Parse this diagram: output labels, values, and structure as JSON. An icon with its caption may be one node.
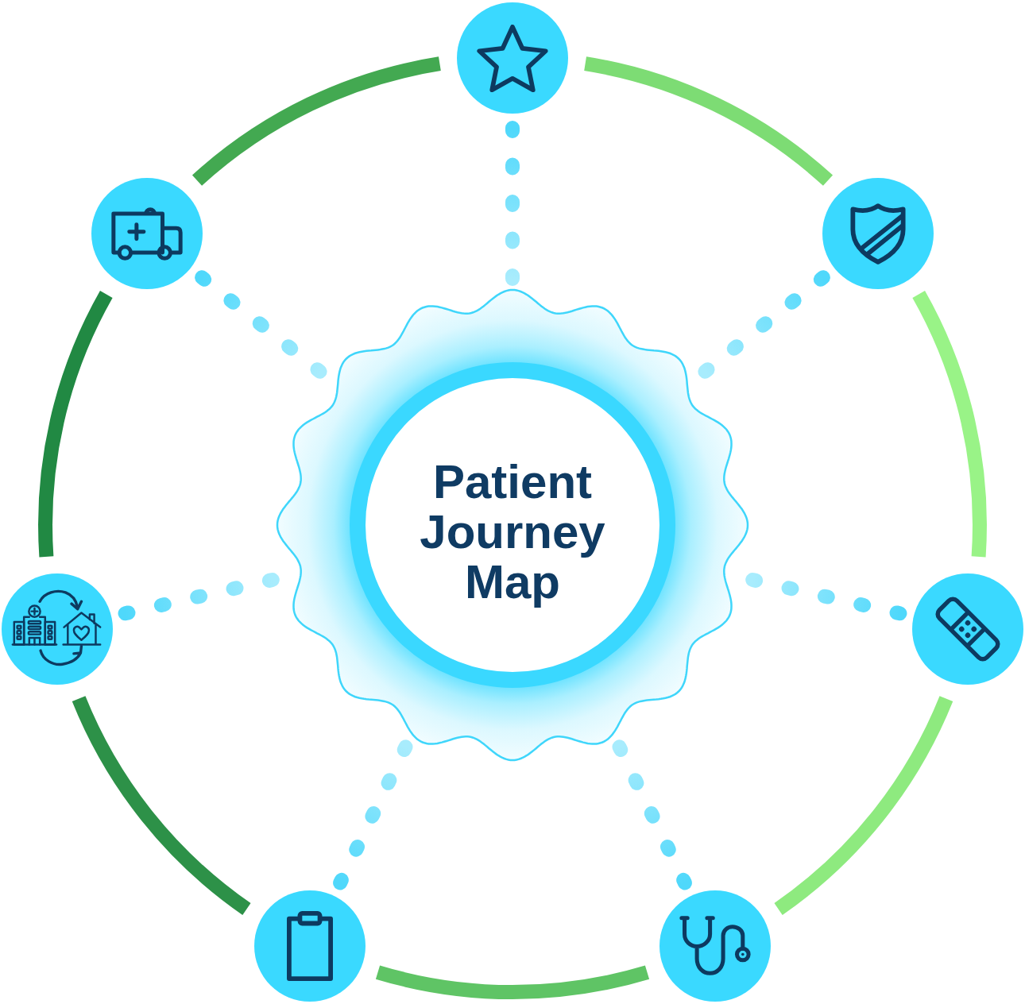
{
  "diagram": {
    "nodes": [
      {
        "text": [
          "Patient Journey Map"
        ]
      },
      {
        "text": [],
        "shape": "circle"
      },
      {
        "text": [],
        "shape": "circle"
      },
      {
        "text": [],
        "shape": "circle"
      },
      {
        "text": [],
        "shape": "circle"
      },
      {
        "text": [],
        "shape": "circle"
      },
      {
        "text": [],
        "shape": "circle"
      },
      {
        "text": [],
        "shape": "circle"
      }
    ],
    "edges": [
      {
        "from": 0,
        "to": 1,
        "arrow": "none",
        "style": "dashed"
      },
      {
        "from": 0,
        "to": 2,
        "arrow": "none",
        "style": "dashed"
      },
      {
        "from": 0,
        "to": 3,
        "arrow": "none",
        "style": "dashed"
      },
      {
        "from": 0,
        "to": 4,
        "arrow": "none",
        "style": "dashed"
      },
      {
        "from": 0,
        "to": 5,
        "arrow": "none",
        "style": "dashed"
      },
      {
        "from": 0,
        "to": 6,
        "arrow": "none",
        "style": "dashed"
      },
      {
        "from": 0,
        "to": 7,
        "arrow": "none",
        "style": "dashed"
      },
      {
        "from": 1,
        "to": 3,
        "arrow": "none",
        "color": "#7ddc74"
      },
      {
        "from": 3,
        "to": 5,
        "arrow": "none",
        "color": "#99f387"
      },
      {
        "from": 5,
        "to": 7,
        "arrow": "none",
        "color": "#8eea7f"
      },
      {
        "from": 7,
        "to": 6,
        "arrow": "none",
        "color": "#5fc465"
      },
      {
        "from": 6,
        "to": 4,
        "arrow": "none",
        "color": "#2d9148"
      },
      {
        "from": 4,
        "to": 2,
        "arrow": "none",
        "color": "#218943"
      },
      {
        "from": 2,
        "to": 1,
        "arrow": "none",
        "color": "#43a951"
      }
    ]
  }
}
